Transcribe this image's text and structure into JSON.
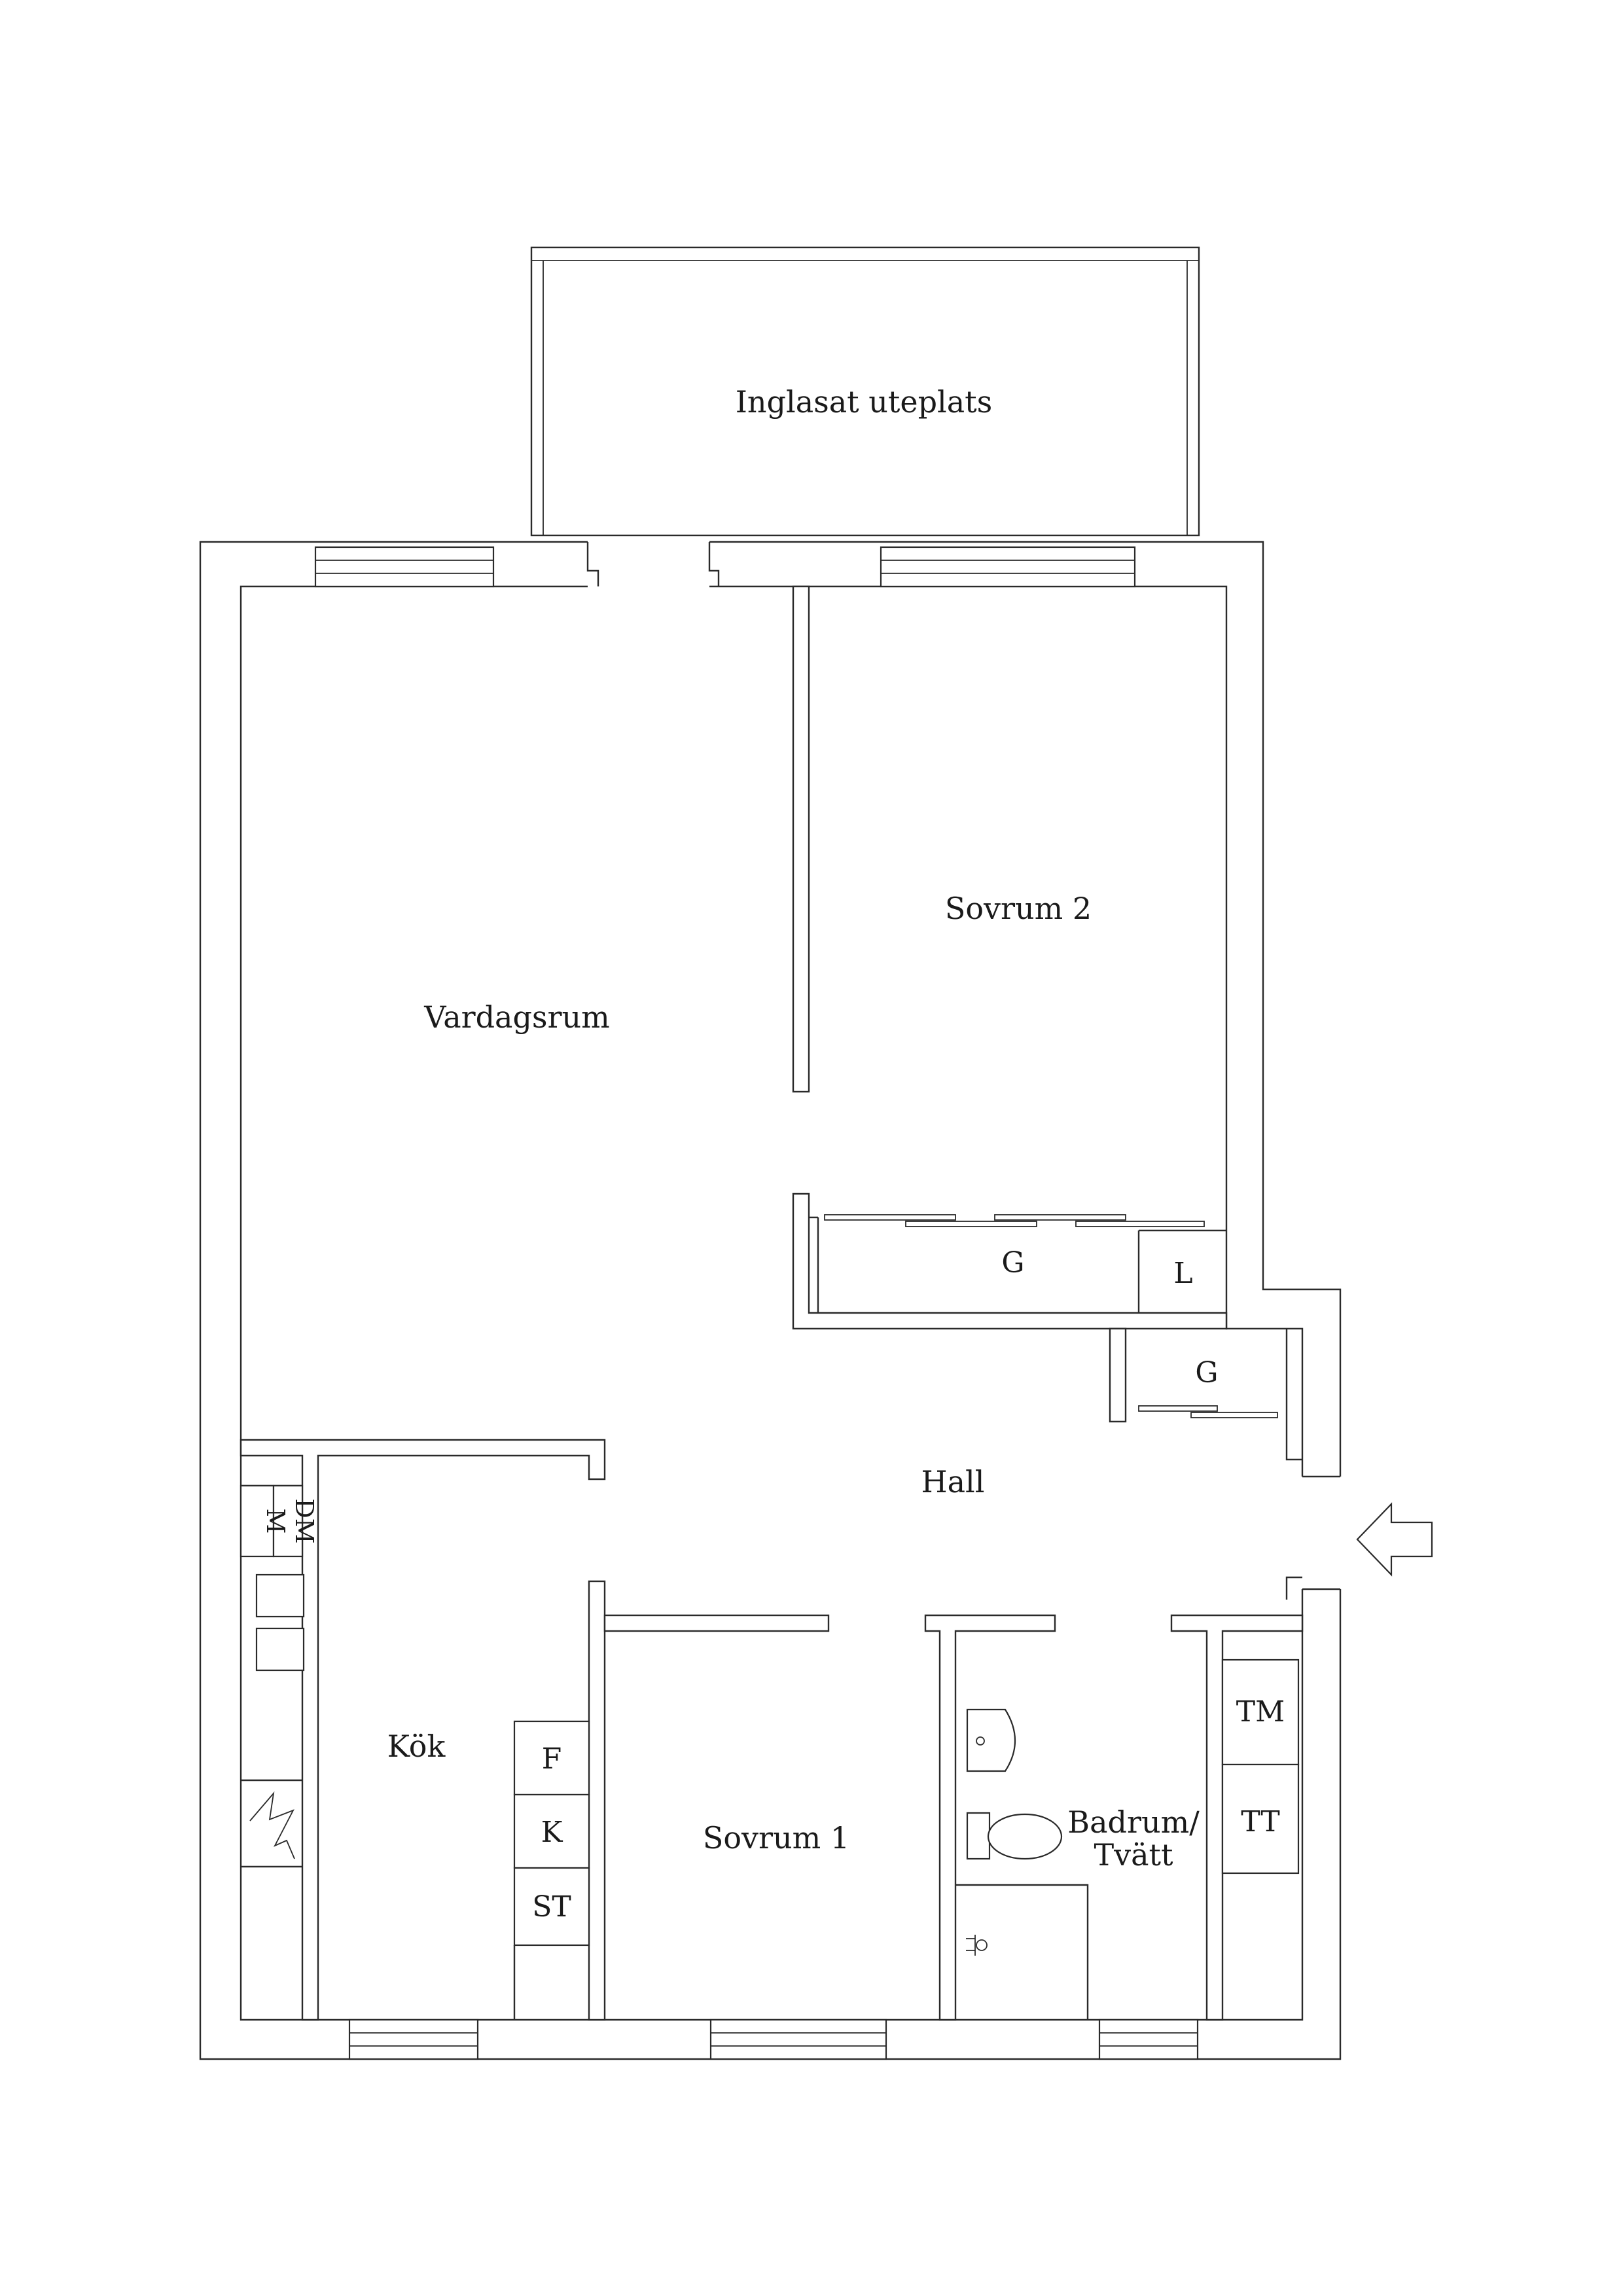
{
  "rooms": {
    "patio": "Inglasat uteplats",
    "living": "Vardagsrum",
    "bedroom2": "Sovrum 2",
    "hall": "Hall",
    "kitchen": "Kök",
    "bedroom1": "Sovrum 1",
    "bath_line1": "Badrum/",
    "bath_line2": "Tvätt"
  },
  "fixtures": {
    "wardrobe_top": "G",
    "linen": "L",
    "wardrobe_hall": "G",
    "microwave": "M",
    "dishwasher": "DM",
    "fridge": "F",
    "freezer": "K",
    "storage": "ST",
    "washer": "TM",
    "dryer": "TT"
  },
  "colors": {
    "line": "#2a2a2a",
    "background": "#ffffff"
  }
}
